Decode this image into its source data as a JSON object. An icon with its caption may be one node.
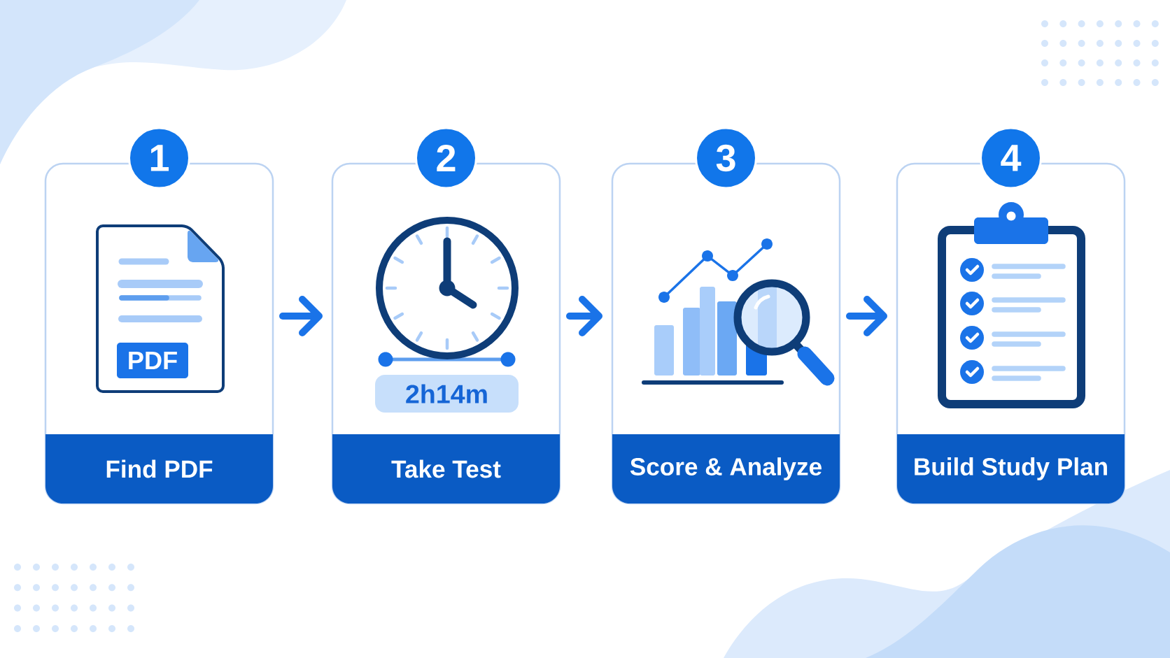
{
  "diagram": {
    "nodes": [
      {
        "text": [
          "1"
        ]
      },
      {
        "text": [
          "Find PDF"
        ]
      },
      {
        "text": [
          "PDF"
        ],
        "in": 1
      },
      {
        "text": [
          "2"
        ]
      },
      {
        "text": [
          "Take Test"
        ]
      },
      {
        "text": [
          "2h14m"
        ],
        "in": 4
      },
      {
        "text": [
          "3"
        ]
      },
      {
        "text": [
          "Score & Analyze"
        ]
      },
      {
        "text": [
          "4"
        ]
      },
      {
        "text": [
          "Build Study Plan"
        ]
      }
    ],
    "edges": [
      {
        "from": 1,
        "to": 4,
        "arrow": "to"
      },
      {
        "from": 4,
        "to": 7,
        "arrow": "to"
      },
      {
        "from": 7,
        "to": 9,
        "arrow": "to"
      }
    ]
  }
}
